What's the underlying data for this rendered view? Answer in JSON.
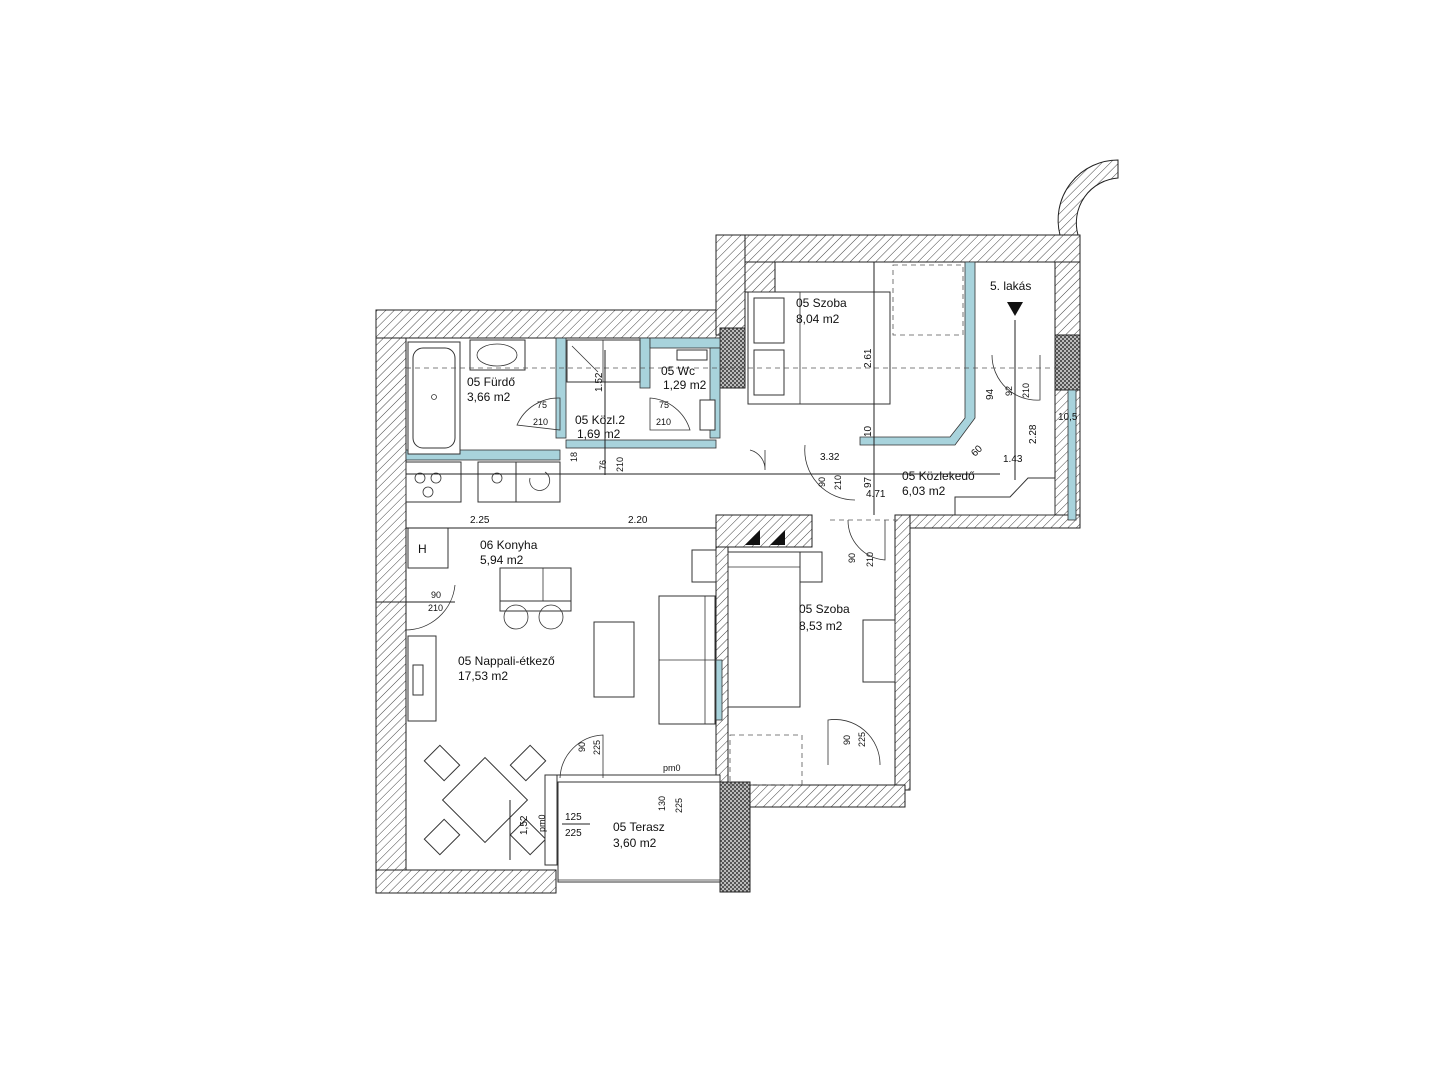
{
  "plan": {
    "unit_label": "5. lakás",
    "heater_mark": "H",
    "rooms": [
      {
        "name": "05 Fürdő",
        "area": "3,66 m2"
      },
      {
        "name": "05 Wc",
        "area": "1,29 m2"
      },
      {
        "name": "05 Közl.2",
        "area": "1,69 m2"
      },
      {
        "name": "05 Szoba",
        "area": "8,04 m2"
      },
      {
        "name": "05 Közlekedő",
        "area": "6,03 m2"
      },
      {
        "name": "06 Konyha",
        "area": "5,94 m2"
      },
      {
        "name": "05 Nappali-étkező",
        "area": "17,53 m2"
      },
      {
        "name": "05 Szoba",
        "area": "8,53 m2"
      },
      {
        "name": "05 Terasz",
        "area": "3,60 m2"
      }
    ],
    "dimensions": {
      "kitchen_width": "2.25",
      "living_width": "2.20",
      "hall_a": "3.32",
      "hall_b": "4.71",
      "bedroom_depth": "2.61",
      "d10": "10",
      "d97": "97",
      "d143": "1.43",
      "d60": "60",
      "d228": "2.28",
      "d94": "94",
      "d92": "92",
      "d105": "10,5",
      "d152": "1.52",
      "d18": "18",
      "d76": "76",
      "d75": "75",
      "d90": "90",
      "d210": "210",
      "d225": "225",
      "d125": "125",
      "d130": "130",
      "pm0": "pm0",
      "d152b": "1,52"
    }
  }
}
